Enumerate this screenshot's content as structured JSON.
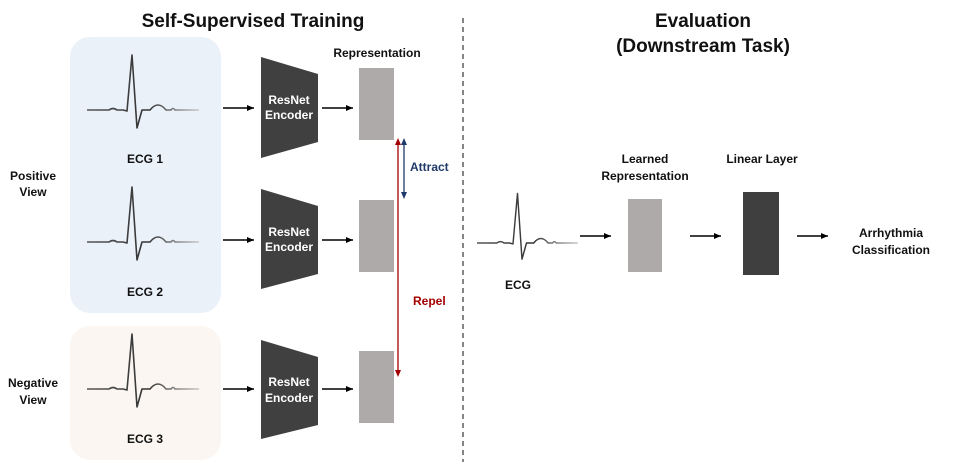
{
  "left_title": "Self-Supervised Training",
  "right_title_line1": "Evaluation",
  "right_title_line2": "(Downstream Task)",
  "representation_label": "Representation",
  "positive_view": [
    "Positive",
    "View"
  ],
  "negative_view": [
    "Negative",
    "View"
  ],
  "ecg_labels": [
    "ECG 1",
    "ECG 2",
    "ECG 3"
  ],
  "encoder_label": [
    "ResNet",
    "Encoder"
  ],
  "attract_label": "Attract",
  "repel_label": "Repel",
  "eval": {
    "ecg_label": "ECG",
    "learned_rep": [
      "Learned",
      "Representation"
    ],
    "linear_layer": "Linear Layer",
    "output": [
      "Arrhythmia",
      "Classification"
    ]
  },
  "colors": {
    "positive_bg": "#eaf1f9",
    "negative_bg": "#fbf6f1",
    "encoder": "#404040",
    "rep_box": "#aeaaaa",
    "linear_box": "#3f3f3f",
    "attract": "#1f3a68",
    "repel": "#a30000"
  }
}
